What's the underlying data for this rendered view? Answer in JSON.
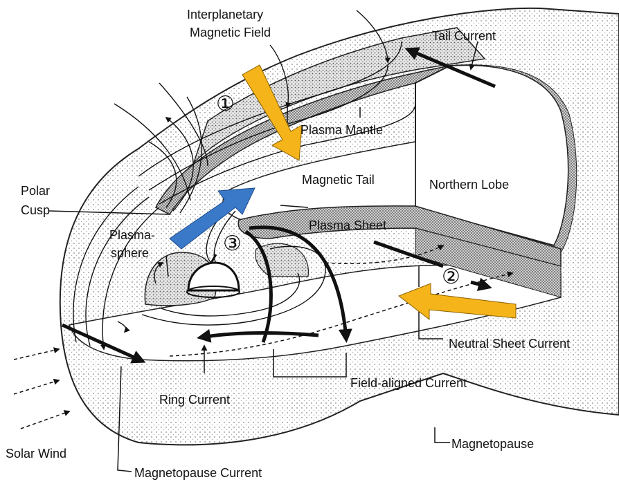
{
  "labels": {
    "imf": [
      "Interplanetary",
      "Magnetic Field"
    ],
    "tail_current": "Tail Current",
    "plasma_mantle": "Plasma Mantle",
    "magnetic_tail": "Magnetic Tail",
    "northern_lobe": "Northern Lobe",
    "polar_cusp": [
      "Polar",
      "Cusp"
    ],
    "plasma_sheet": "Plasma Sheet",
    "plasmasphere": [
      "Plasma-",
      "sphere"
    ],
    "neutral_sheet_current": "Neutral Sheet Current",
    "field_aligned_current": "Field-aligned Current",
    "ring_current": "Ring Current",
    "solar_wind": "Solar Wind",
    "magnetopause": "Magnetopause",
    "magnetopause_current": "Magnetopause Current"
  },
  "markers": {
    "one": "①",
    "two": "②",
    "three": "③"
  },
  "colors": {
    "highlight_arrow_orange": "#F5B41A",
    "highlight_arrow_blue": "#3A78C8",
    "ink": "#111111",
    "stipple": "#9a9a9a"
  }
}
